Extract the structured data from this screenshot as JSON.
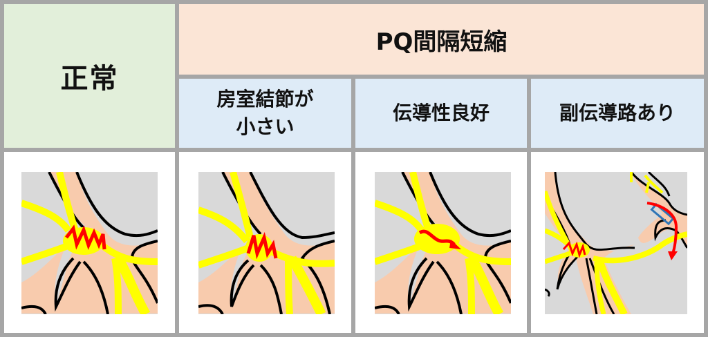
{
  "header": {
    "normal_label": "正常",
    "pq_label": "PQ間隔短縮",
    "sub_columns": [
      {
        "label_line1": "房室結節が",
        "label_line2": "小さい"
      },
      {
        "label": "伝導性良好"
      },
      {
        "label": "副伝導路あり"
      }
    ]
  },
  "colors": {
    "border": "#a6a6a6",
    "normal_bg": "#e2efda",
    "pq_bg": "#fbe5d6",
    "sub_bg": "#deebf7",
    "panel_bg": "#d9d9d9",
    "tissue": "#f8cbad",
    "conduction": "#ffff00",
    "signal": "#ff0000",
    "accessory_box": "#2e75b6"
  },
  "panels": [
    {
      "id": "normal",
      "signal": "zigzag-large"
    },
    {
      "id": "small-av-node",
      "signal": "zigzag-short"
    },
    {
      "id": "good-conduction",
      "signal": "wavy-arrow"
    },
    {
      "id": "accessory-pathway",
      "signal": "zigzag-plus-bypass-arrow"
    }
  ]
}
